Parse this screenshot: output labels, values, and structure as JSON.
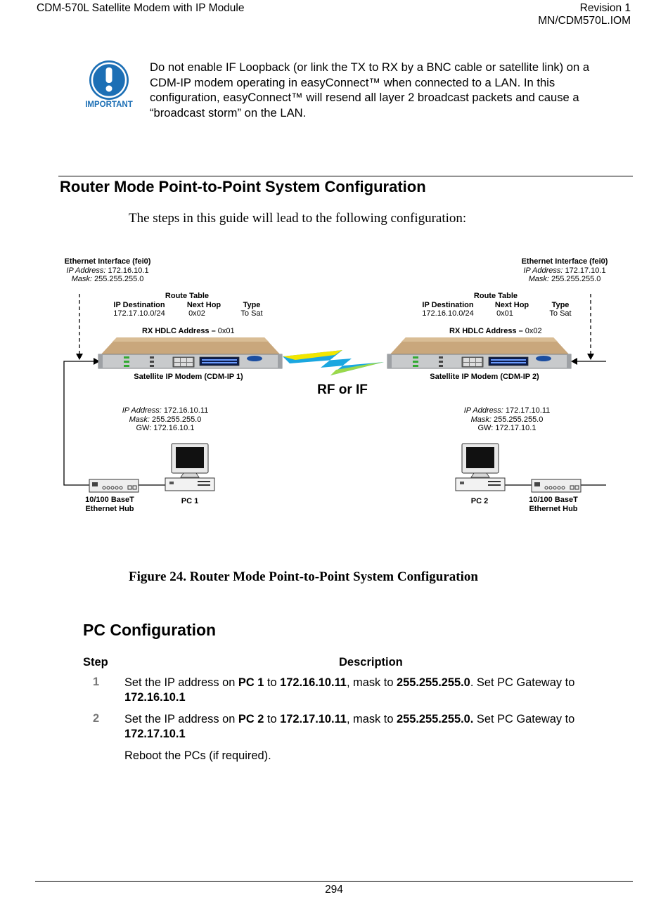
{
  "header": {
    "left": "CDM-570L Satellite Modem with IP Module",
    "right_line1": "Revision 1",
    "right_line2": "MN/CDM570L.IOM"
  },
  "important_note": {
    "icon_label": "IMPORTANT",
    "lines": [
      "Do not enable IF Loopback (or link the TX to RX by a BNC cable or satellite link) on a",
      "CDM-IP modem operating in easyConnect™ when connected to a LAN. In this",
      "configuration, easyConnect™ will resend all layer 2 broadcast packets and cause a",
      "“broadcast storm” on the LAN."
    ]
  },
  "section": {
    "title": "Router Mode Point-to-Point System Configuration",
    "intro": "The steps in this guide will lead to the following configuration:"
  },
  "diagram": {
    "left": {
      "eth_title": "Ethernet Interface (fei0)",
      "eth_ip_label": "IP Address:",
      "eth_ip": "172.16.10.1",
      "eth_mask_label": "Mask:",
      "eth_mask": "255.255.255.0",
      "route_title": "Route Table",
      "col_dest": "IP Destination",
      "col_hop": "Next Hop",
      "col_type": "Type",
      "dest": "172.17.10.0/24",
      "hop": "0x02",
      "type": "To Sat",
      "hdlc_label": "RX HDLC Address –",
      "hdlc_value": "0x01",
      "modem_label": "Satellite IP Modem (CDM-IP 1)",
      "pc_ip_label": "IP Address:",
      "pc_ip": "172.16.10.11",
      "pc_mask_label": "Mask:",
      "pc_mask": "255.255.255.0",
      "pc_gw_label": "GW:",
      "pc_gw": "172.16.10.1",
      "hub_line1": "10/100 BaseT",
      "hub_line2": "Ethernet Hub",
      "pc_label": "PC 1"
    },
    "right": {
      "eth_title": "Ethernet Interface (fei0)",
      "eth_ip_label": "IP Address:",
      "eth_ip": "172.17.10.1",
      "eth_mask_label": "Mask:",
      "eth_mask": "255.255.255.0",
      "route_title": "Route Table",
      "col_dest": "IP Destination",
      "col_hop": "Next Hop",
      "col_type": "Type",
      "dest": "172.16.10.0/24",
      "hop": "0x01",
      "type": "To Sat",
      "hdlc_label": "RX HDLC Address –",
      "hdlc_value": "0x02",
      "modem_label": "Satellite IP Modem (CDM-IP 2)",
      "pc_ip_label": "IP Address:",
      "pc_ip": "172.17.10.11",
      "pc_mask_label": "Mask:",
      "pc_mask": "255.255.255.0",
      "pc_gw_label": "GW:",
      "pc_gw": "172.17.10.1",
      "hub_line1": "10/100 BaseT",
      "hub_line2": "Ethernet Hub",
      "pc_label": "PC 2"
    },
    "link_label": "RF or IF"
  },
  "figure_caption": "Figure 24.  Router Mode Point-to-Point System Configuration",
  "pc_config": {
    "title": "PC Configuration",
    "col_step": "Step",
    "col_desc": "Description",
    "steps": [
      {
        "num": "1",
        "t1": "Set the IP address on ",
        "b1": "PC 1",
        "t2": " to ",
        "b2": "172.16.10.11",
        "t3": ", mask to ",
        "b3": "255.255.255.0",
        "t4": ". Set PC Gateway to",
        "b4": "172.16.10.1"
      },
      {
        "num": "2",
        "t1": "Set the IP address on ",
        "b1": "PC 2",
        "t2": " to ",
        "b2": "172.17.10.11",
        "t3": ", mask to ",
        "b3": "255.255.255.0.",
        "t4": " Set PC Gateway to",
        "b4": "172.17.10.1"
      }
    ],
    "reboot": "Reboot the PCs (if required)."
  },
  "footer": {
    "page_number": "294"
  },
  "colors": {
    "important_blue": "#1c6fb5",
    "modem_tan": "#c9a77c",
    "bolt_yellow": "#f2e600",
    "bolt_blue": "#1aa7e0"
  }
}
